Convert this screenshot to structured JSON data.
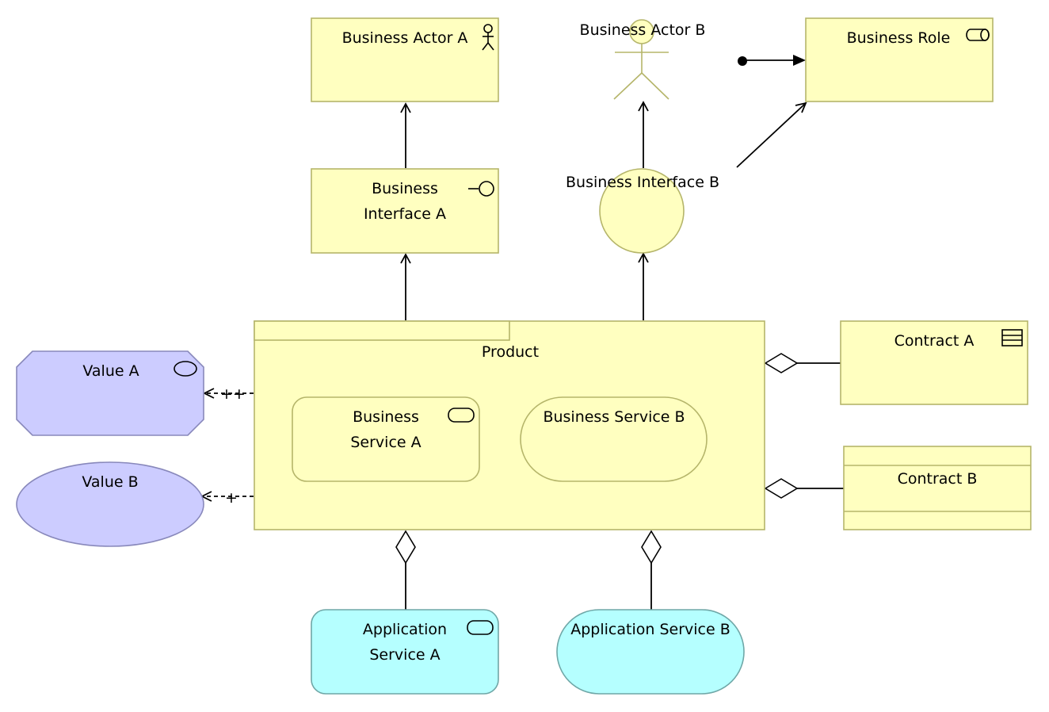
{
  "colors": {
    "business": "#ffffc0",
    "business_border": "#b5b56a",
    "application": "#b5ffff",
    "application_border": "#6fa7a7",
    "value": "#ccccff",
    "value_border": "#8888bb"
  },
  "nodes": {
    "business_actor_a": "Business Actor A",
    "business_actor_b": "Business Actor B",
    "business_role": "Business Role",
    "business_interface_a_line1": "Business",
    "business_interface_a_line2": "Interface A",
    "business_interface_b": "Business Interface B",
    "product": "Product",
    "business_service_a_line1": "Business",
    "business_service_a_line2": "Service A",
    "business_service_b": "Business Service B",
    "contract_a": "Contract A",
    "contract_b": "Contract B",
    "value_a": "Value A",
    "value_b": "Value B",
    "application_service_a_line1": "Application",
    "application_service_a_line2": "Service A",
    "application_service_b": "Application Service B"
  },
  "influence": {
    "value_a_label": "++",
    "value_b_label": "+"
  },
  "icons": [
    "actor-icon",
    "role-icon",
    "interface-icon",
    "service-icon",
    "contract-icon",
    "value-icon"
  ]
}
